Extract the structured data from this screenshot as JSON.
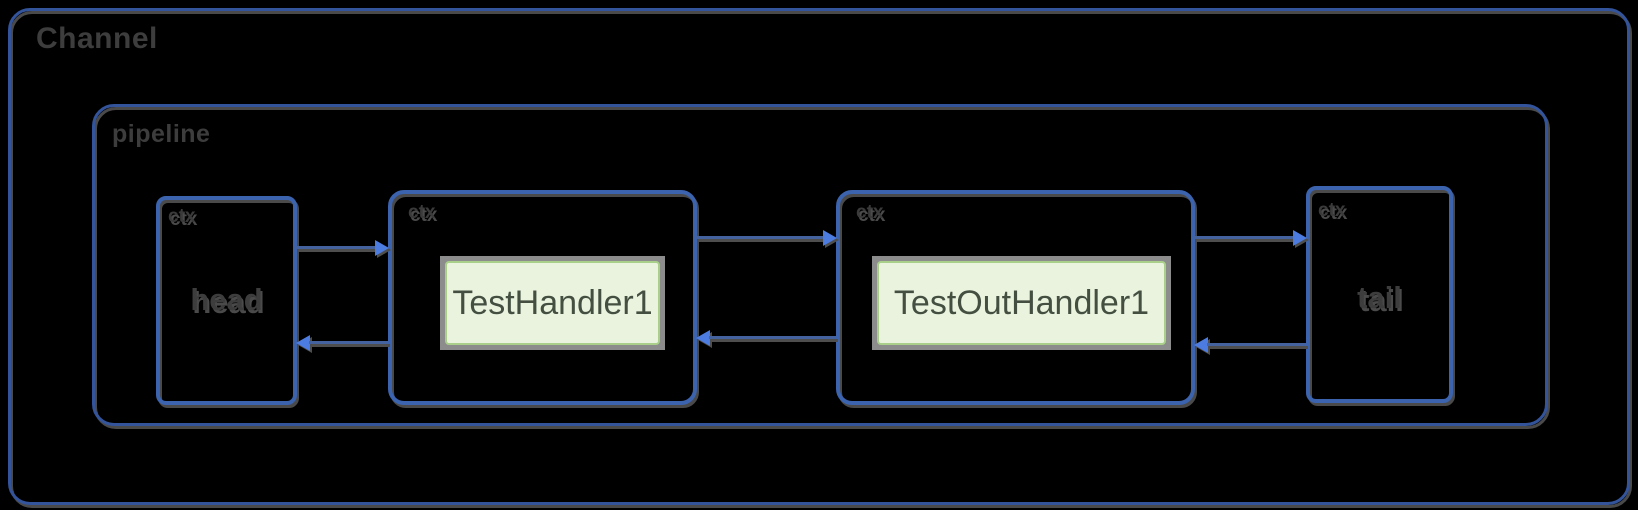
{
  "colors": {
    "background": "#000000",
    "box_border": "#33549b",
    "node_border": "#3b63ae",
    "arrow_line": "#44629e",
    "arrow_head": "#4d7ce0",
    "handler_fill": "#e9f3de",
    "handler_border": "#a9cf8b",
    "handler_frame": "#8c8c8c",
    "label_text": "#3d3d3d",
    "handler_text": "#454f41"
  },
  "channel": {
    "label": "Channel"
  },
  "pipeline": {
    "label": "pipeline"
  },
  "head": {
    "ctx_label": "ctx",
    "label": "head"
  },
  "tail": {
    "ctx_label": "ctx",
    "label": "tail"
  },
  "handlers": [
    {
      "ctx_label": "ctx",
      "name": "TestHandler1"
    },
    {
      "ctx_label": "ctx",
      "name": "TestOutHandler1"
    }
  ]
}
